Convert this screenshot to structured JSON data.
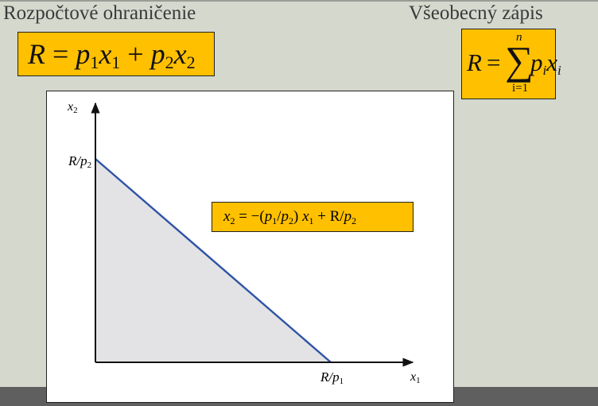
{
  "title_left": "Rozpočtové ohraničenie",
  "title_right": "Všeobecný zápis",
  "formula_budget": {
    "lhs": "R",
    "eq": "=",
    "t1_p": "p",
    "t1_p_sub": "1",
    "t1_x": "x",
    "t1_x_sub": "1",
    "plus": "+",
    "t2_p": "p",
    "t2_p_sub": "2",
    "t2_x": "x",
    "t2_x_sub": "2"
  },
  "formula_general": {
    "lhs": "R",
    "eq": "=",
    "sigma": "∑",
    "upper": "n",
    "lower": "i=1",
    "p": "p",
    "p_sub": "i",
    "x": "x",
    "x_sub": "i"
  },
  "diagram": {
    "y_axis_label": "x",
    "y_axis_sub": "2",
    "x_axis_label": "x",
    "x_axis_sub": "1",
    "y_intercept": "R/p",
    "y_intercept_sub": "2",
    "x_intercept": "R/p",
    "x_intercept_sub": "1",
    "line_equation": {
      "x2": "x",
      "x2_sub": "2",
      "eq": " = −(",
      "p1": "p",
      "p1_sub": "1",
      "slash": "/",
      "p2": "p",
      "p2_sub": "2",
      "close": ") ",
      "x1": "x",
      "x1_sub": "1",
      "plus": " + R/",
      "p2b": "p",
      "p2b_sub": "2"
    },
    "colors": {
      "budget_line": "#2e54a6",
      "feasible_area": "#e3e3e6",
      "formula_fill": "#ffc000"
    }
  }
}
